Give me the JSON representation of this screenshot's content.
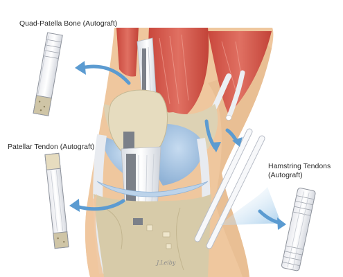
{
  "labels": {
    "quad_patella": "Quad-Patella Bone (Autograft)",
    "patellar_tendon": "Patellar Tendon (Autograft)",
    "hamstring_line1": "Hamstring Tendons",
    "hamstring_line2": "(Autograft)"
  },
  "signature": "J.Leiby",
  "colors": {
    "skin": "#efc79e",
    "muscle": "#d4574a",
    "tendon": "#eef0f3",
    "bone": "#ddd2b4",
    "cartilage": "#a9c6e4",
    "arrow": "#5b9bd1",
    "graft_bone": "#cfc5a6"
  }
}
